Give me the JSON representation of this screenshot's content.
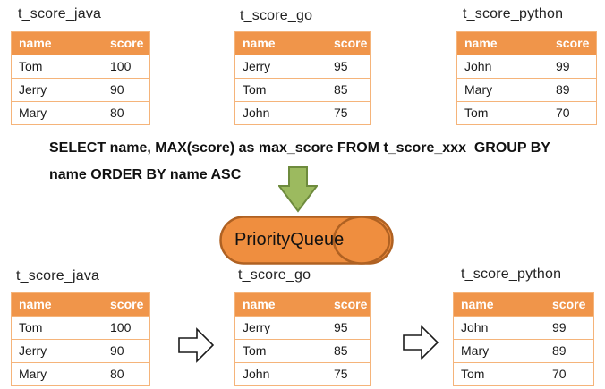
{
  "sql": {
    "line1": "SELECT name, MAX(score) as max_score FROM t_score_xxx  GROUP BY",
    "line2": "name ORDER BY name ASC"
  },
  "queue": {
    "label": "PriorityQueue"
  },
  "columns": [
    "name",
    "score"
  ],
  "tables": {
    "java": {
      "title": "t_score_java",
      "rows": [
        [
          "Tom",
          "100"
        ],
        [
          "Jerry",
          "90"
        ],
        [
          "Mary",
          "80"
        ]
      ]
    },
    "go": {
      "title": "t_score_go",
      "rows": [
        [
          "Jerry",
          "95"
        ],
        [
          "Tom",
          "85"
        ],
        [
          "John",
          "75"
        ]
      ]
    },
    "python": {
      "title": "t_score_python",
      "rows": [
        [
          "John",
          "99"
        ],
        [
          "Mary",
          "89"
        ],
        [
          "Tom",
          "70"
        ]
      ]
    }
  },
  "icons": {
    "down_arrow": "green block arrow pointing down",
    "right_arrow": "white outline block arrow pointing right"
  },
  "colors": {
    "table_header_bg": "#F0954A",
    "table_border": "#F5B47A",
    "header_text": "#FFFFFF",
    "body_text": "#1A1A1A",
    "cylinder_fill": "#EF8E3F",
    "cylinder_border": "#AF6122",
    "down_arrow_fill": "#9CBA5F",
    "down_arrow_border": "#6E8B3D",
    "flow_arrow_fill": "#FFFFFF",
    "flow_arrow_border": "#1A1A1A"
  }
}
